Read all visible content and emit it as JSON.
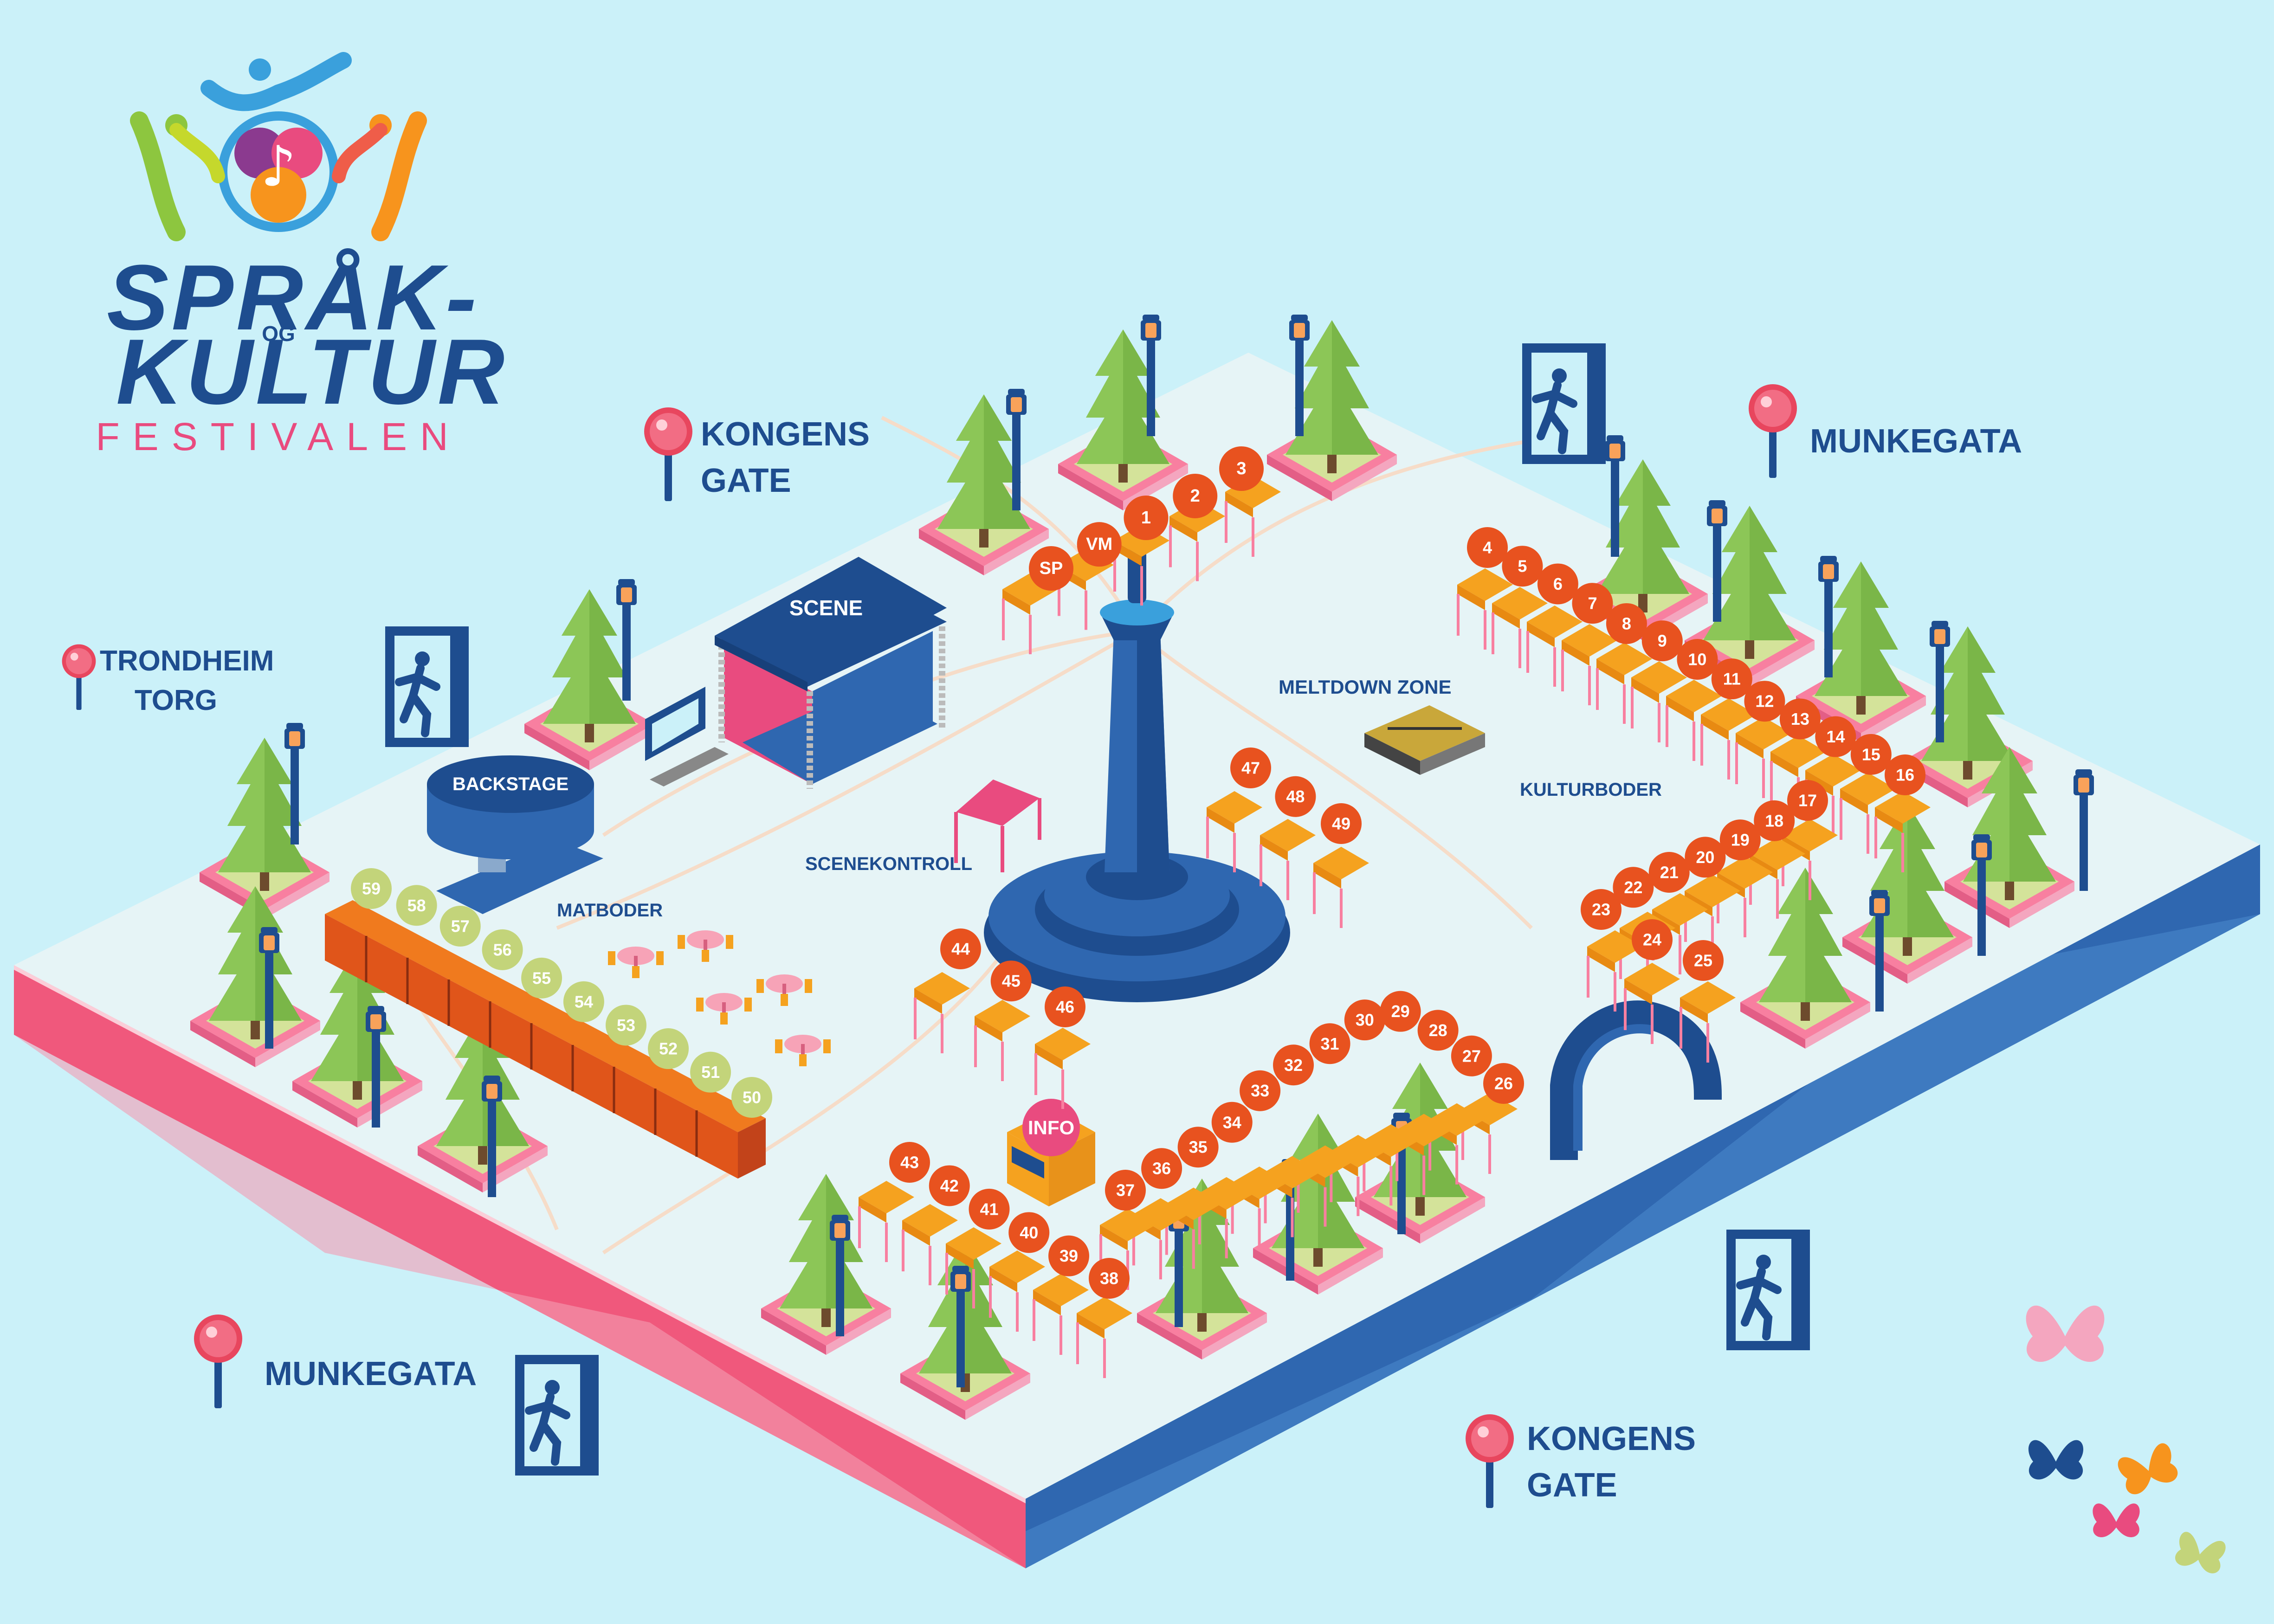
{
  "logo": {
    "line1": "SPRÅK-",
    "og": "OG",
    "line2": "KULTUR",
    "line3": "FESTIVALEN"
  },
  "streets": {
    "kongens_gate_top": [
      "KONGENS",
      "GATE"
    ],
    "munkegata_top": "MUNKEGATA",
    "trondheim_torg": [
      "TRONDHEIM",
      "TORG"
    ],
    "munkegata_bottom": "MUNKEGATA",
    "kongens_gate_bottom": [
      "KONGENS",
      "GATE"
    ]
  },
  "areas": {
    "scene": "SCENE",
    "backstage": "BACKSTAGE",
    "scenekontroll": "SCENEKONTROLL",
    "matboder": "MATBODER",
    "meltdown_zone": "MELTDOWN ZONE",
    "kulturboder": "KULTURBODER",
    "info": "INFO"
  },
  "booths": {
    "statue_row": [
      "SP",
      "VM",
      "1",
      "2",
      "3"
    ],
    "kultur_row_top": [
      "4",
      "5",
      "6",
      "7",
      "8",
      "9",
      "10",
      "11",
      "12",
      "13",
      "14",
      "15",
      "16"
    ],
    "kultur_row_middle": [
      "17",
      "18",
      "19",
      "20",
      "21",
      "22",
      "23"
    ],
    "kultur_row_low": [
      "24",
      "25"
    ],
    "south_row": [
      "26",
      "27",
      "28",
      "29",
      "30",
      "31",
      "32",
      "33",
      "34",
      "35",
      "36",
      "37"
    ],
    "info_row": [
      "38",
      "39",
      "40",
      "41",
      "42",
      "43"
    ],
    "plaza_row": [
      "44",
      "45",
      "46"
    ],
    "meltdown_row": [
      "47",
      "48",
      "49"
    ],
    "food_row": [
      "50",
      "51",
      "52",
      "53",
      "54",
      "55",
      "56",
      "57",
      "58",
      "59"
    ]
  },
  "colors": {
    "background": "#cbf1f9",
    "ground": "#e6f4f6",
    "side_left": "#f0587c",
    "side_right": "#2f67b0",
    "booth_orange": "#f5a21f",
    "badge_orange": "#e8521f",
    "badge_green": "#c3d47a",
    "navy": "#1e4d8f",
    "tree_green": "#7ab648",
    "pink_planter": "#f87fa0"
  },
  "icons": [
    "exit-icon",
    "location-pin-icon",
    "tree-icon",
    "lamp-post-icon",
    "butterfly-icon",
    "statue-icon",
    "table-icon",
    "tent-icon",
    "arch-icon",
    "monitor-icon"
  ]
}
